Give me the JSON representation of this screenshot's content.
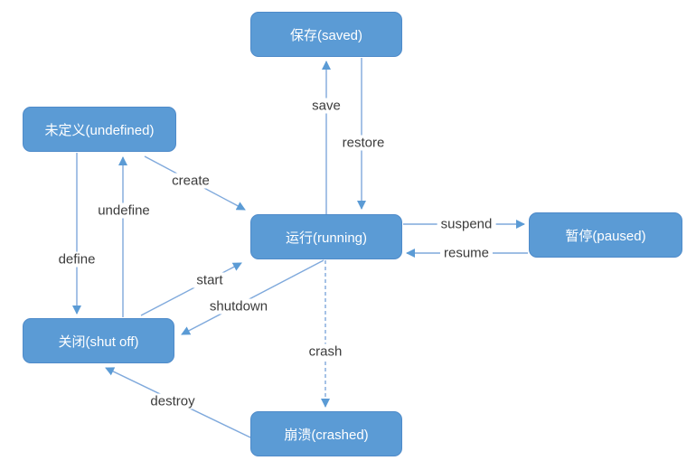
{
  "diagram_type": "state-transition",
  "states": [
    {
      "id": "saved",
      "label": "保存(saved)"
    },
    {
      "id": "undefined",
      "label": "未定义(undefined)"
    },
    {
      "id": "running",
      "label": "运行(running)"
    },
    {
      "id": "paused",
      "label": "暂停(paused)"
    },
    {
      "id": "shutoff",
      "label": "关闭(shut off)"
    },
    {
      "id": "crashed",
      "label": "崩溃(crashed)"
    }
  ],
  "transitions": [
    {
      "label": "save",
      "from": "running",
      "to": "saved",
      "style": "solid"
    },
    {
      "label": "restore",
      "from": "saved",
      "to": "running",
      "style": "solid"
    },
    {
      "label": "create",
      "from": "undefined",
      "to": "running",
      "style": "solid"
    },
    {
      "label": "undefine",
      "from": "shutoff",
      "to": "undefined",
      "style": "solid"
    },
    {
      "label": "define",
      "from": "undefined",
      "to": "shutoff",
      "style": "solid"
    },
    {
      "label": "start",
      "from": "shutoff",
      "to": "running",
      "style": "solid"
    },
    {
      "label": "shutdown",
      "from": "running",
      "to": "shutoff",
      "style": "solid"
    },
    {
      "label": "suspend",
      "from": "running",
      "to": "paused",
      "style": "solid"
    },
    {
      "label": "resume",
      "from": "paused",
      "to": "running",
      "style": "solid"
    },
    {
      "label": "crash",
      "from": "running",
      "to": "crashed",
      "style": "dashed"
    },
    {
      "label": "destroy",
      "from": "crashed",
      "to": "shutoff",
      "style": "solid"
    }
  ],
  "colors": {
    "state_fill": "#5B9BD5",
    "state_border": "#4E8AC9",
    "state_text": "#FFFFFF",
    "edge": "#7FA9DC",
    "arrowhead": "#5B9BD5",
    "edge_label_text": "#3B3B3B",
    "background": "#FFFFFF"
  }
}
